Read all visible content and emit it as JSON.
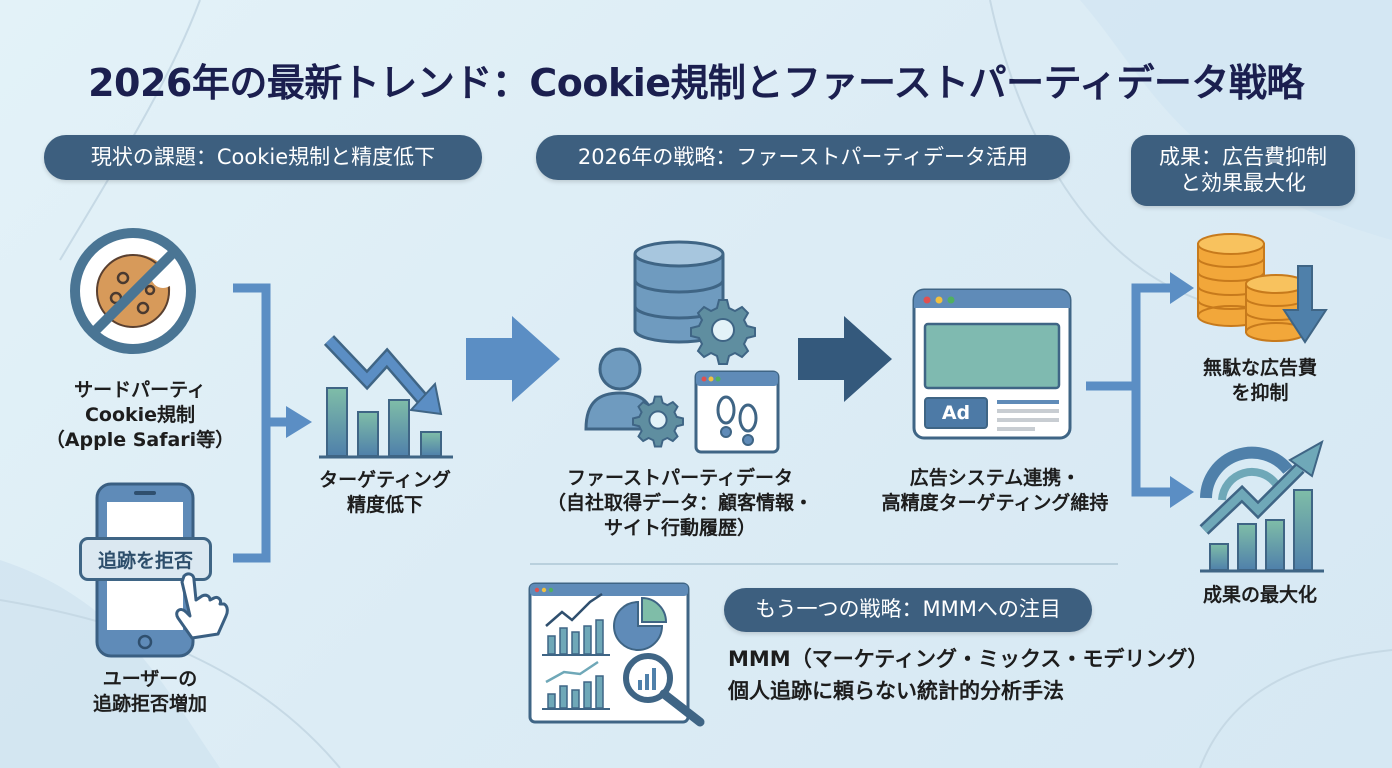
{
  "title": "2026年の最新トレンド：Cookie規制とファーストパーティデータ戦略",
  "sections": {
    "current": {
      "header": "現状の課題：Cookie規制と精度低下"
    },
    "strategy": {
      "header": "2026年の戦略：ファーストパーティデータ活用"
    },
    "result": {
      "header_line1": "成果：広告費抑制",
      "header_line2": "と効果最大化"
    }
  },
  "nodes": {
    "cookie": {
      "line1": "サードパーティ",
      "line2": "Cookie規制",
      "line3": "（Apple Safari等）"
    },
    "phone": {
      "button": "追跡を拒否",
      "line1": "ユーザーの",
      "line2": "追跡拒否増加"
    },
    "targeting": {
      "line1": "ターゲティング",
      "line2": "精度低下"
    },
    "firstparty": {
      "line1": "ファーストパーティデータ",
      "line2": "（自社取得データ：顧客情報・",
      "line3": "サイト行動履歴）"
    },
    "adsystem": {
      "ad_badge": "Ad",
      "line1": "広告システム連携・",
      "line2": "高精度ターゲティング維持"
    },
    "cost": {
      "line1": "無駄な広告費",
      "line2": "を抑制"
    },
    "maximize": {
      "line1": "成果の最大化"
    }
  },
  "mmm": {
    "header": "もう一つの戦略：MMMへの注目",
    "line1": "MMM（マーケティング・ミックス・モデリング）",
    "line2": "個人追跡に頼らない統計的分析手法"
  },
  "colors": {
    "title": "#1b1f4f",
    "pill": "#3d5f7f",
    "arrow_light": "#5b8ec4",
    "arrow_dark": "#34597c",
    "icon_stroke": "#3f6585",
    "cookie": "#d79a5a",
    "coin": "#f2a73a",
    "teal": "#76b5a8"
  }
}
